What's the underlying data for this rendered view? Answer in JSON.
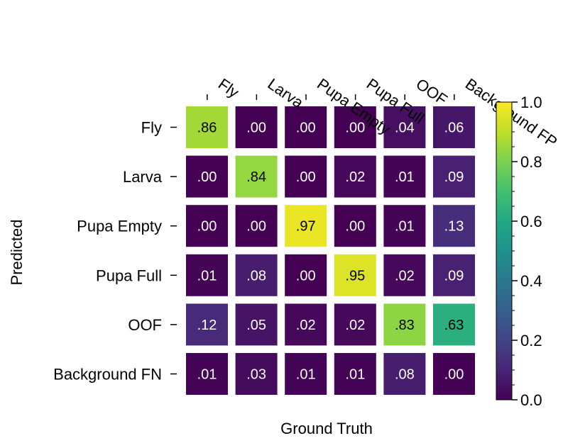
{
  "chart_data": {
    "type": "heatmap",
    "xlabel": "Ground Truth",
    "ylabel": "Predicted",
    "x_categories": [
      "Fly",
      "Larva",
      "Pupa Empty",
      "Pupa Full",
      "OOF",
      "Background FP"
    ],
    "y_categories": [
      "Fly",
      "Larva",
      "Pupa Empty",
      "Pupa Full",
      "OOF",
      "Background FN"
    ],
    "values": [
      [
        0.86,
        0.0,
        0.0,
        0.0,
        0.04,
        0.06
      ],
      [
        0.0,
        0.84,
        0.0,
        0.02,
        0.01,
        0.09
      ],
      [
        0.0,
        0.0,
        0.97,
        0.0,
        0.01,
        0.13
      ],
      [
        0.01,
        0.08,
        0.0,
        0.95,
        0.02,
        0.09
      ],
      [
        0.12,
        0.05,
        0.02,
        0.02,
        0.83,
        0.63
      ],
      [
        0.01,
        0.03,
        0.01,
        0.01,
        0.08,
        0.0
      ]
    ],
    "cell_labels": [
      [
        ".86",
        ".00",
        ".00",
        ".00",
        ".04",
        ".06"
      ],
      [
        ".00",
        ".84",
        ".00",
        ".02",
        ".01",
        ".09"
      ],
      [
        ".00",
        ".00",
        ".97",
        ".00",
        ".01",
        ".13"
      ],
      [
        ".01",
        ".08",
        ".00",
        ".95",
        ".02",
        ".09"
      ],
      [
        ".12",
        ".05",
        ".02",
        ".02",
        ".83",
        ".63"
      ],
      [
        ".01",
        ".03",
        ".01",
        ".01",
        ".08",
        ".00"
      ]
    ],
    "colormap": "viridis",
    "vlim": [
      0.0,
      1.0
    ],
    "colorbar_ticks": [
      {
        "value": 0.0,
        "label": "0.0"
      },
      {
        "value": 0.2,
        "label": "0.2"
      },
      {
        "value": 0.4,
        "label": "0.4"
      },
      {
        "value": 0.6,
        "label": "0.6"
      },
      {
        "value": 0.8,
        "label": "0.8"
      },
      {
        "value": 1.0,
        "label": "1.0"
      }
    ],
    "colorbar_minor_step": 0.05,
    "x_tick_position": "top",
    "grid": false
  }
}
